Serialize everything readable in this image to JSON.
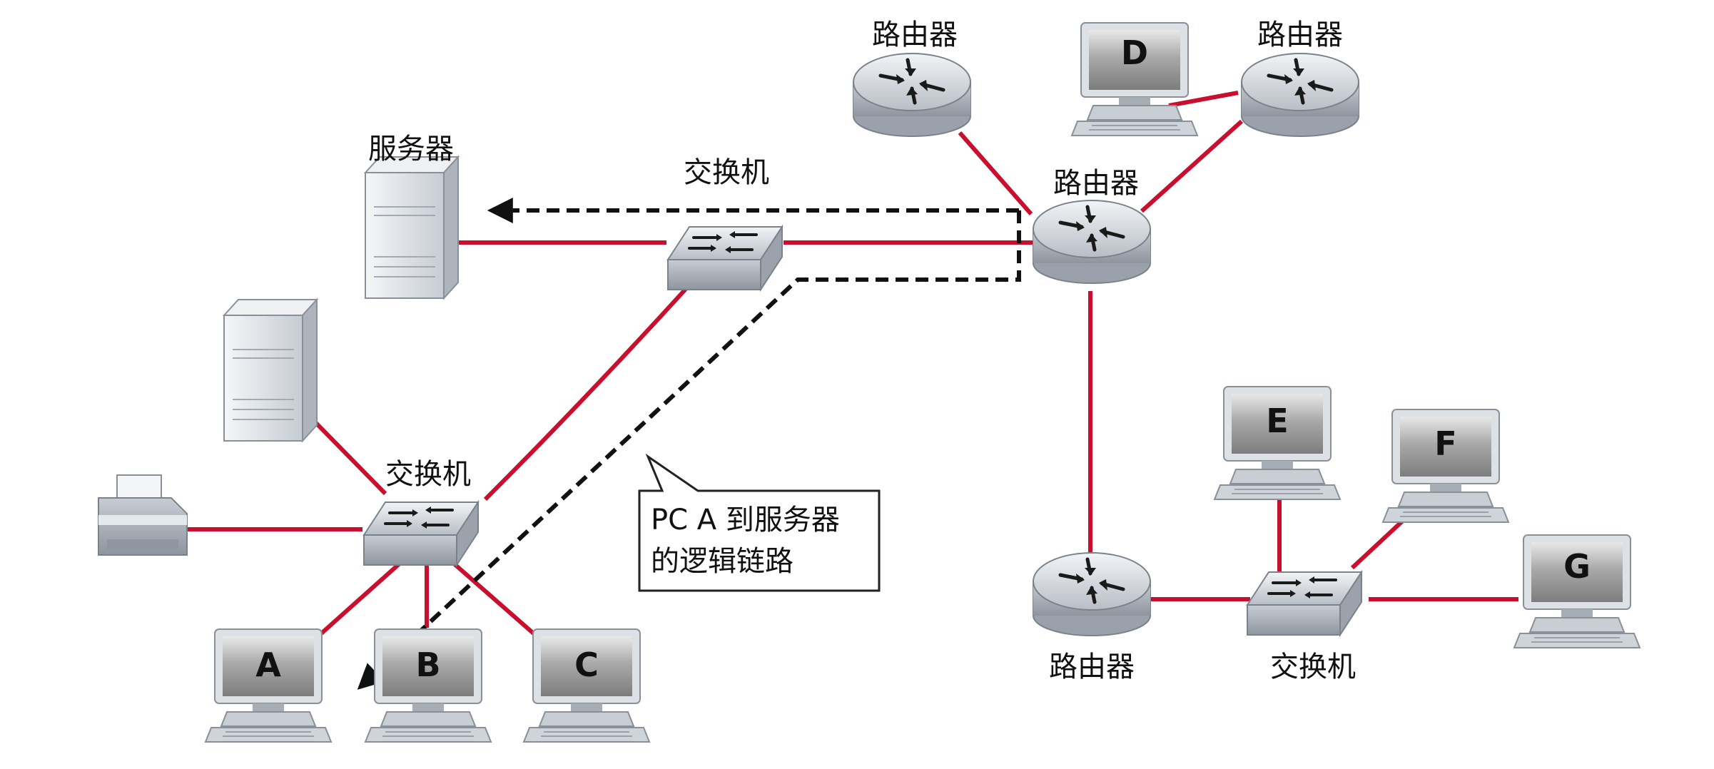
{
  "labels": {
    "server_top": "服务器",
    "switch_top": "交换机",
    "switch_left": "交换机",
    "switch_right": "交换机",
    "router_top_left": "路由器",
    "router_top_right": "路由器",
    "router_center": "路由器",
    "router_bottom": "路由器"
  },
  "pcs": {
    "A": "A",
    "B": "B",
    "C": "C",
    "D": "D",
    "E": "E",
    "F": "F",
    "G": "G"
  },
  "callout": {
    "line1": "PC A 到服务器",
    "line2": "的逻辑链路"
  },
  "colors": {
    "link": "#c8102e",
    "dashed_path": "#111111"
  }
}
